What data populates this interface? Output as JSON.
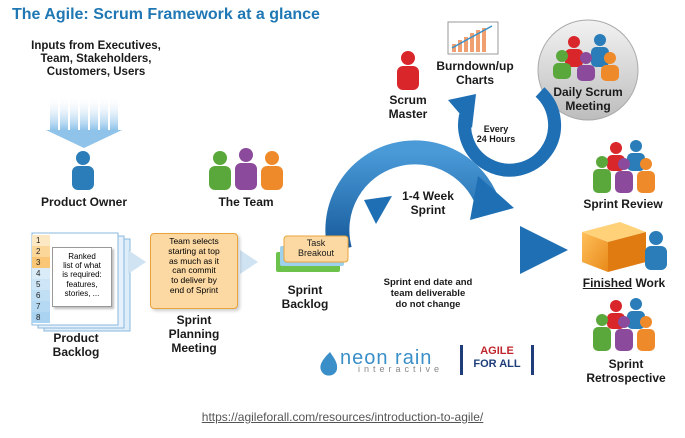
{
  "title": "The Agile: Scrum Framework at a glance",
  "inputs": {
    "lines": [
      "Inputs from Executives,",
      "Team, Stakeholders,",
      "Customers, Users"
    ]
  },
  "roles": {
    "product_owner": "Product Owner",
    "the_team": "The Team",
    "scrum_master": [
      "Scrum",
      "Master"
    ],
    "burndown": [
      "Burndown/up",
      "Charts"
    ],
    "daily_scrum": [
      "Daily Scrum",
      "Meeting"
    ],
    "every_24": [
      "Every",
      "24 Hours"
    ]
  },
  "product_backlog": {
    "rows": [
      "1",
      "2",
      "3",
      "4",
      "5",
      "6",
      "7",
      "8"
    ],
    "ranked_text": [
      "Ranked",
      "list of what",
      "is required:",
      "features,",
      "stories, ..."
    ],
    "label": [
      "Product",
      "Backlog"
    ]
  },
  "sprint_planning": {
    "box_text": [
      "Team selects",
      "starting at top",
      "as much as it",
      "can commit",
      "to deliver by",
      "end of Sprint"
    ],
    "label": [
      "Sprint",
      "Planning",
      "Meeting"
    ]
  },
  "sprint_backlog": {
    "task_breakout": [
      "Task",
      "Breakout"
    ],
    "label": [
      "Sprint",
      "Backlog"
    ]
  },
  "sprint_cycle": [
    "1-4 Week",
    "Sprint"
  ],
  "sprint_end_note": [
    "Sprint end date and",
    "team deliverable",
    "do not change"
  ],
  "outcomes": {
    "sprint_review": "Sprint Review",
    "finished_bold": "Finished",
    "finished_rest": " Work",
    "sprint_retrospective": [
      "Sprint",
      "Retrospective"
    ]
  },
  "logos": {
    "neon_rain": "neon rain",
    "neon_rain_sub": "interactive",
    "agile_for_all": [
      "AGILE",
      "FOR ALL"
    ]
  },
  "source_url": "https://agileforall.com/resources/introduction-to-agile/",
  "colors": {
    "title_blue": "#1f78b4",
    "arrow_blue": "#1f6fb4",
    "person_red": "#d8262b",
    "person_green": "#5aa83b",
    "person_purple": "#8b4a9c",
    "person_orange": "#ef8a2b",
    "person_blue": "#2a7db8"
  }
}
